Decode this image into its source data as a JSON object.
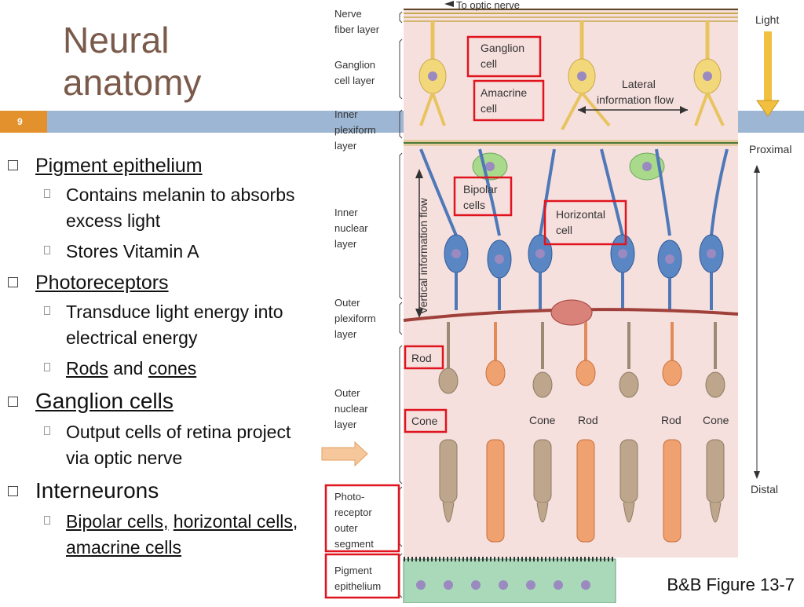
{
  "slide": {
    "title_line1": "Neural",
    "title_line2": "anatomy",
    "number": "9"
  },
  "bullets": {
    "b1": {
      "label": "Pigment epithelium",
      "sub1": "Contains melanin to absorbs excess light",
      "sub2": "Stores Vitamin A"
    },
    "b2": {
      "label": "Photoreceptors",
      "sub1": "Transduce light energy into electrical energy",
      "sub2_a": "Rods",
      "sub2_and": " and ",
      "sub2_b": "cones"
    },
    "b3": {
      "label": "Ganglion cells",
      "sub1": "Output cells of retina project via optic nerve"
    },
    "b4": {
      "label": "Interneurons",
      "sub1_a": "Bipolar cells,",
      "sub1_sep": " ",
      "sub1_b": "horizontal cells",
      "sub1_comma": ", ",
      "sub1_c": "amacrine cells"
    }
  },
  "figure": {
    "top_label": "To optic nerve",
    "layers": {
      "nerve_fiber_1": "Nerve",
      "nerve_fiber_2": "fiber layer",
      "ganglion_1": "Ganglion",
      "ganglion_2": "cell layer",
      "inner_plex_1": "Inner",
      "inner_plex_2": "plexiform",
      "inner_plex_3": "layer",
      "inner_nuc_1": "Inner",
      "inner_nuc_2": "nuclear",
      "inner_nuc_3": "layer",
      "outer_plex_1": "Outer",
      "outer_plex_2": "plexiform",
      "outer_plex_3": "layer",
      "outer_nuc_1": "Outer",
      "outer_nuc_2": "nuclear",
      "outer_nuc_3": "layer",
      "photo_1": "Photo-",
      "photo_2": "receptor",
      "photo_3": "outer",
      "photo_4": "segment",
      "pigment_1": "Pigment",
      "pigment_2": "epithelium"
    },
    "labels": {
      "ganglion_cell_1": "Ganglion",
      "ganglion_cell_2": "cell",
      "amacrine_cell_1": "Amacrine",
      "amacrine_cell_2": "cell",
      "lateral_1": "Lateral",
      "lateral_2": "information flow",
      "bipolar_1": "Bipolar",
      "bipolar_2": "cells",
      "horizontal_1": "Horizontal",
      "horizontal_2": "cell",
      "vertical_flow": "Vertical information flow",
      "rod": "Rod",
      "cone": "Cone",
      "row_cone_1": "Cone",
      "row_rod_1": "Rod",
      "row_rod_2": "Rod",
      "row_cone_2": "Cone",
      "light": "Light",
      "proximal": "Proximal",
      "distal": "Distal"
    },
    "caption": "B&B Figure 13-7"
  },
  "colors": {
    "title": "#7a5a4a",
    "band": "#9db6d3",
    "slide_number": "#e3912c",
    "highlight_box": "#e0141e",
    "ganglion": "#f3d77b",
    "amacrine": "#a9d98a",
    "bipolar": "#5b86c4",
    "horizontal": "#d9827a",
    "rod": "#f0a170",
    "cone": "#bda68c",
    "background": "#f6e0de",
    "pigment": "#a9d9b8"
  }
}
